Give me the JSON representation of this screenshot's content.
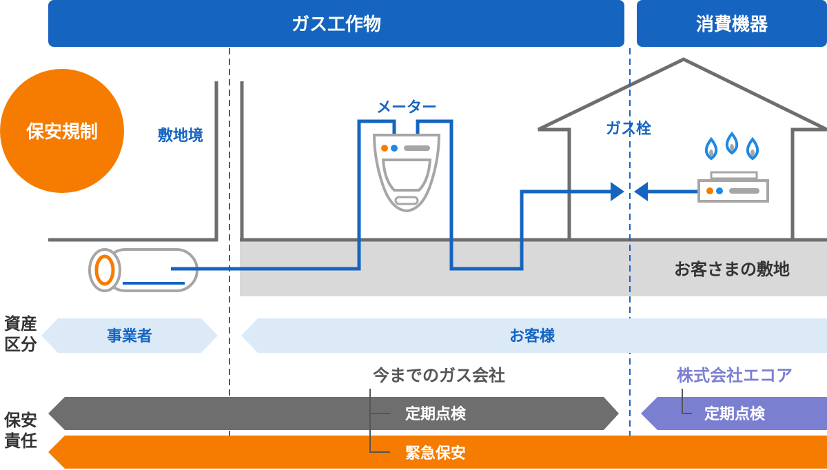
{
  "header": {
    "gas_facility": "ガス工作物",
    "consumer_equipment": "消費機器"
  },
  "badge": {
    "regulation": "保安規制"
  },
  "labels": {
    "boundary": "敷地境",
    "meter": "メーター",
    "gas_cock": "ガス栓",
    "premises": "お客さまの敷地"
  },
  "asset": {
    "label_line1": "資産",
    "label_line2": "区分",
    "operator": "事業者",
    "customer": "お客様"
  },
  "responsibility": {
    "label_line1": "保安",
    "label_line2": "責任",
    "former_company": "今までのガス会社",
    "ecore_company": "株式会社エコア",
    "inspection": "定期点検",
    "inspection_ecore": "定期点検",
    "emergency": "緊急保安"
  },
  "colors": {
    "blue": "#1565C0",
    "orange": "#F57C00",
    "gray": "#6E6E6E",
    "light_blue": "#DCEAF8",
    "ground": "#D9D9D9",
    "purple": "#7B7FD0"
  }
}
